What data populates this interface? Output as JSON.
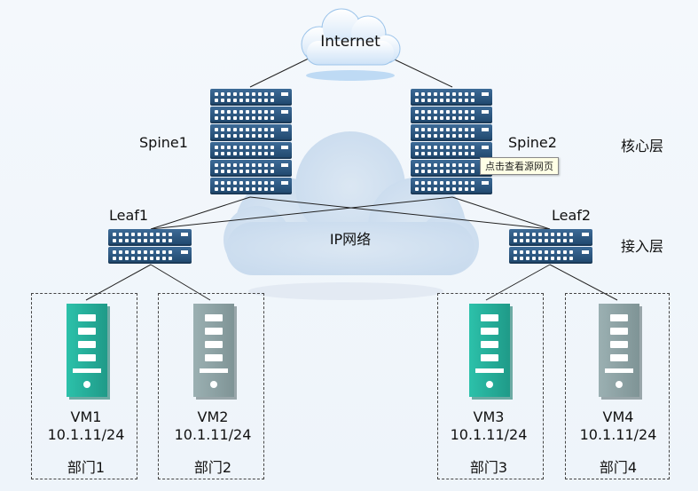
{
  "internet_label": "Internet",
  "ip_network_label": "IP网络",
  "layers": {
    "core": "核心层",
    "access": "接入层"
  },
  "spines": [
    {
      "label": "Spine1"
    },
    {
      "label": "Spine2"
    }
  ],
  "leaves": [
    {
      "label": "Leaf1"
    },
    {
      "label": "Leaf2"
    }
  ],
  "vms": [
    {
      "name": "VM1",
      "ip": "10.1.11/24",
      "dept": "部门1",
      "color": "teal"
    },
    {
      "name": "VM2",
      "ip": "10.1.11/24",
      "dept": "部门2",
      "color": "gray"
    },
    {
      "name": "VM3",
      "ip": "10.1.11/24",
      "dept": "部门3",
      "color": "teal"
    },
    {
      "name": "VM4",
      "ip": "10.1.11/24",
      "dept": "部门4",
      "color": "gray"
    }
  ],
  "tooltip": "点击查看源网页",
  "colors": {
    "switch_body": "#2e5a85",
    "switch_port": "#ffffff",
    "vm_teal": "#2bb8a2",
    "vm_gray": "#8fa3a5",
    "cloud": "#cfe0f2",
    "link": "#222222"
  }
}
